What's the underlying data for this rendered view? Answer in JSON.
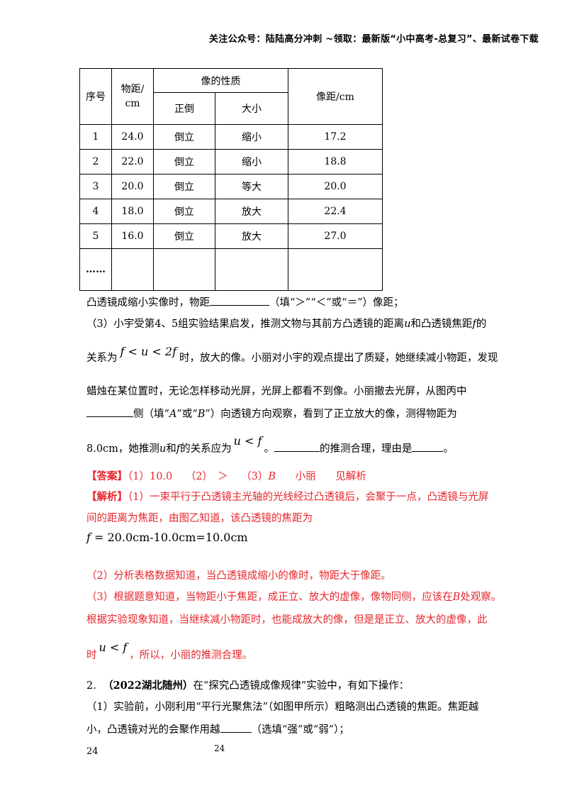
{
  "header": {
    "text": "关注公众号：陆陆高分冲刺  ~领取：最新版“小中高考-总复习”、最新试卷下载"
  },
  "table": {
    "col_index": "序号",
    "col_object": "物距/cm",
    "col_image_group": "像的性质",
    "col_orient": "正倒",
    "col_size": "大小",
    "col_image_dist": "像距/cm",
    "rows": [
      {
        "n": "1",
        "u": "24.0",
        "o": "倒立",
        "s": "缩小",
        "v": "17.2"
      },
      {
        "n": "2",
        "u": "22.0",
        "o": "倒立",
        "s": "缩小",
        "v": "18.8"
      },
      {
        "n": "3",
        "u": "20.0",
        "o": "倒立",
        "s": "等大",
        "v": "20.0"
      },
      {
        "n": "4",
        "u": "18.0",
        "o": "倒立",
        "s": "放大",
        "v": "22.4"
      },
      {
        "n": "5",
        "u": "16.0",
        "o": "倒立",
        "s": "放大",
        "v": "27.0"
      }
    ],
    "ellipsis": "……"
  },
  "q2": {
    "a": "凸透镜成缩小实像时，物距",
    "b": "（填“＞”“＜”或“＝”）像距；"
  },
  "q3": {
    "l1a": "（3）小宇受第4、5组实验结果启发，推测文物与其前方凸透镜的距离",
    "u": "u",
    "l1b": "和凸透镜焦距",
    "f": "f",
    "l1c": "的",
    "l2a": "关系为",
    "l2math": "f < u < 2f",
    "l2b": "时，放大的像。小丽对小宇的观点提出了质疑，她继续减小物距，发现",
    "l3": "蜡烛在某位置时，无论怎样移动光屏，光屏上都看不到像。小丽撤去光屏，从图丙中",
    "l4a": "侧（填“",
    "A": "A",
    "l4b": "”或“",
    "B": "B",
    "l4c": "”）向透镜方向观察，看到了正立放大的像，测得物距为",
    "l5a": "8.0cm，她推测",
    "l5u": "u",
    "l5mid": "和",
    "l5f": "f",
    "l5b": "的关系应为",
    "l5math": "u < f",
    "l5c": "。",
    "l5d": "的推测合理，理由是",
    "l5e": "。"
  },
  "answer": {
    "label": "【答案】",
    "a1": "（1）10.0",
    "a2": "（2）　＞",
    "a3": "（3）",
    "a3B": "B",
    "a4": "小丽",
    "a5": "见解析"
  },
  "analysis": {
    "label": "【解析】",
    "p1": "（1）一束平行于凸透镜主光轴的光线经过凸透镜后，会聚于一点，凸透镜与光屏",
    "p2": "间的距离为焦距，由图乙知道，该凸透镜的焦距为",
    "formula_f": "f",
    "formula": " = 20.0cm-10.0cm=10.0cm",
    "p3": "（2）分析表格数据知道，当凸透镜成缩小的像时，物距大于像距。",
    "p4a": "（3）根据题意知道，当物距小于焦距，成正立、放大的虚像，像物同侧，应该在",
    "p4B": "B",
    "p4b": "处观察。",
    "p5": "根据实验现象知道，当继续减小物距时，也能成放大的像，但是是正立、放大的虚像，此",
    "p6a": "时",
    "p6math": "u < f",
    "p6b": "，所以，小丽的推测合理。"
  },
  "next": {
    "num": "2.",
    "src": "（2022湖北随州）",
    "l1": "在“探究凸透镜成像规律”实验中，有如下操作：",
    "l2": "（1）实验前，小刚利用“平行光聚焦法”（如图甲所示）粗略测出凸透镜的焦距。焦距越",
    "l3a": "小，凸透镜对光的会聚作用越",
    "l3b": "（选填“强”或“弱”）；"
  },
  "footer": {
    "left": "24",
    "center": "24"
  }
}
